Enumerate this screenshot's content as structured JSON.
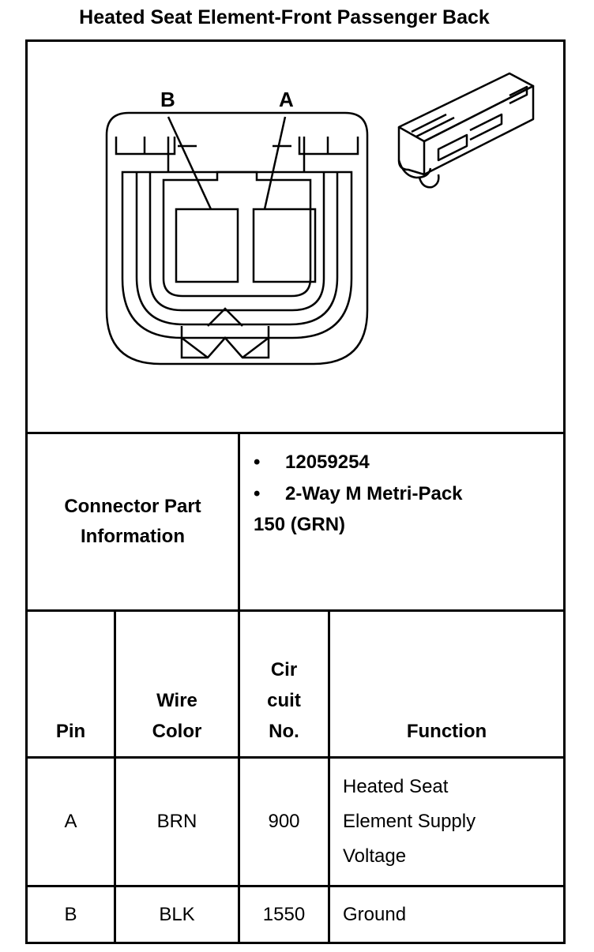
{
  "title": "Heated Seat Element-Front Passenger Back",
  "figure": {
    "pin_labels": [
      "B",
      "A"
    ],
    "icons": [
      "connector-face-diagram",
      "connector-isometric-icon"
    ]
  },
  "connector_info": {
    "label_line1": "Connector Part",
    "label_line2": "Information",
    "items": [
      "12059254",
      "2-Way M Metri-Pack"
    ],
    "continuation": "150 (GRN)"
  },
  "table": {
    "headers": {
      "pin": "Pin",
      "wire_line1": "Wire",
      "wire_line2": "Color",
      "circuit_line1": "Cir",
      "circuit_line2": "cuit",
      "circuit_line3": "No.",
      "function": "Function"
    },
    "rows": [
      {
        "pin": "A",
        "wire": "BRN",
        "circuit": "900",
        "function_lines": [
          "Heated Seat",
          "Element Supply",
          "Voltage"
        ]
      },
      {
        "pin": "B",
        "wire": "BLK",
        "circuit": "1550",
        "function_lines": [
          "Ground"
        ]
      }
    ]
  }
}
